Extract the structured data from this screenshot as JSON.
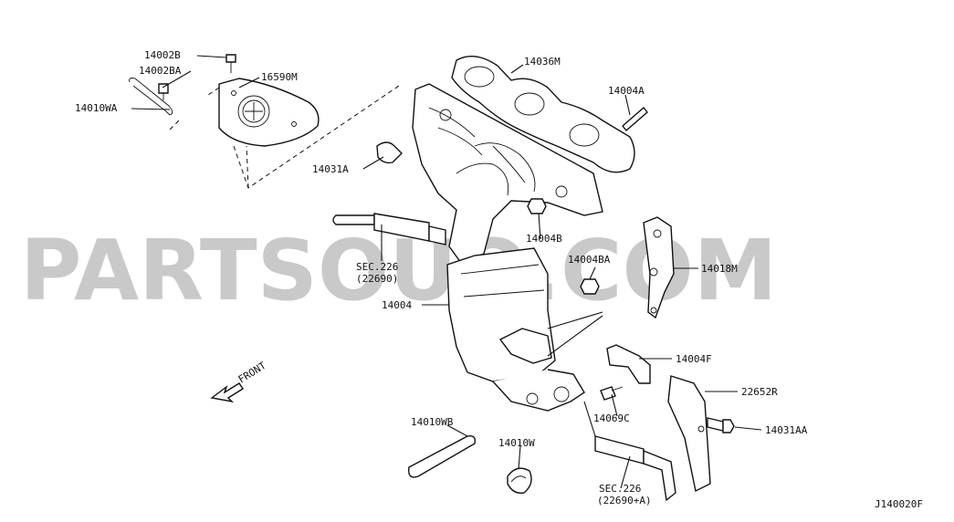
{
  "watermark": "PARTSOUQ.COM",
  "diagram_id": "J140020F",
  "front_label": "FRONT",
  "labels": {
    "l14002B": "14002B",
    "l14002BA": "14002BA",
    "l14010WA": "14010WA",
    "l16590M": "16590M",
    "l14036M": "14036M",
    "l14004A": "14004A",
    "l14031A": "14031A",
    "l14004B": "14004B",
    "sec226a_1": "SEC.226",
    "sec226a_2": "(22690)",
    "l14004BA": "14004BA",
    "l14018M": "14018M",
    "l14004": "14004",
    "l14004F": "14004F",
    "l22652R": "22652R",
    "l14069C": "14069C",
    "l14031AA": "14031AA",
    "l14010WB": "14010WB",
    "l14010W": "14010W",
    "sec226b_1": "SEC.226",
    "sec226b_2": "(22690+A)"
  }
}
